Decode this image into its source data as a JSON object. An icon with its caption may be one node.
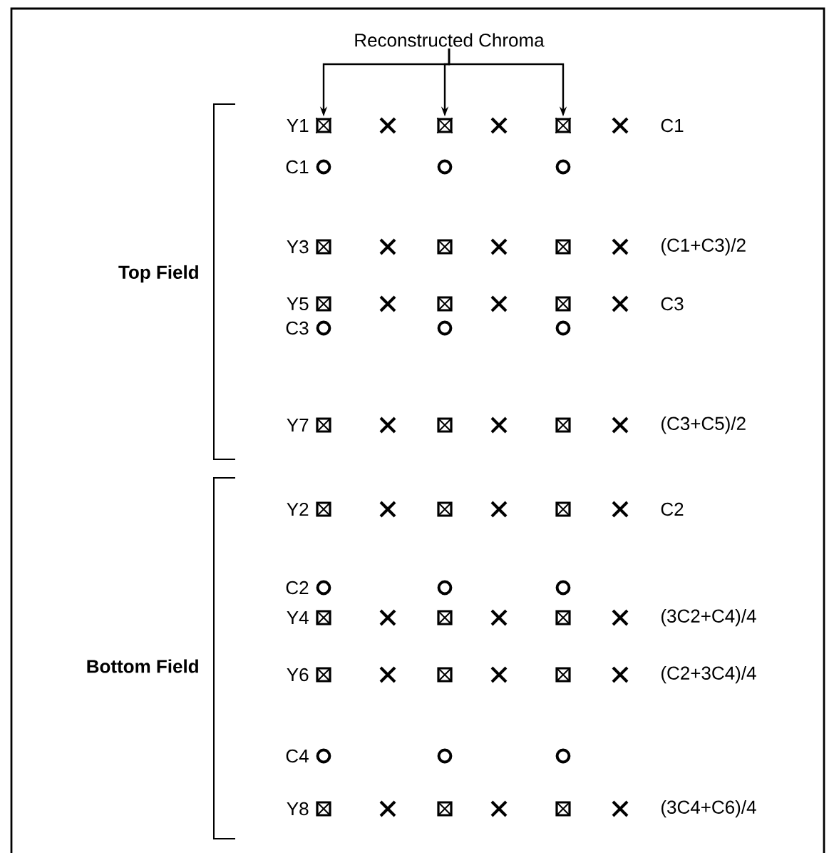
{
  "diagram": {
    "nodes": [
      {
        "text": [
          "Reconstructed Chroma"
        ]
      },
      {
        "text": [],
        "shape": "box"
      },
      {
        "text": [],
        "shape": "box"
      },
      {
        "text": [],
        "shape": "box"
      }
    ],
    "edges": [
      {
        "from": 0,
        "to": 1,
        "arrow": "to"
      },
      {
        "from": 0,
        "to": 2,
        "arrow": "to"
      },
      {
        "from": 0,
        "to": 3,
        "arrow": "to"
      }
    ],
    "labels": [
      "Y1",
      "C1",
      "C1",
      "Y3",
      "(C1+C3)/2",
      "Top Field",
      "Y5",
      "C3",
      "C3",
      "Y7",
      "(C3+C5)/2",
      "Y2",
      "C2",
      "C2",
      "Y4",
      "(3C2+C4)/4",
      "Bottom Field",
      "Y6",
      "(C2+3C4)/4",
      "C4",
      "Y8",
      "(3C4+C6)/4"
    ]
  }
}
